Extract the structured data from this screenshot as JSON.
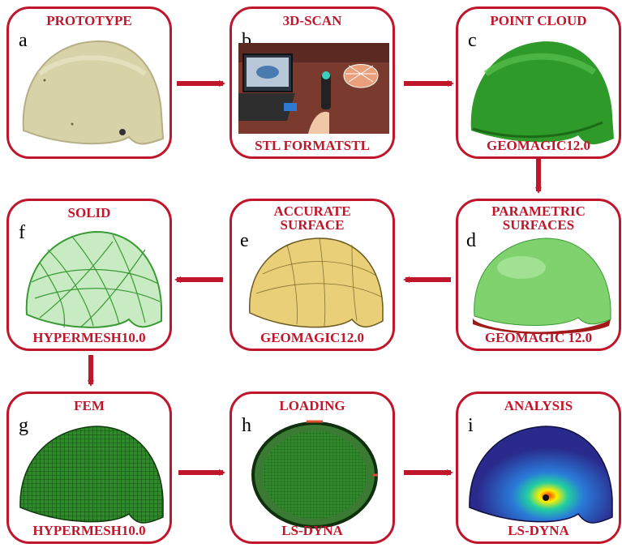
{
  "panels": {
    "a": {
      "letter": "a",
      "title": "PROTOTYPE",
      "caption": ""
    },
    "b": {
      "letter": "b",
      "title": "3D-SCAN",
      "caption": "STL FORMATSTL"
    },
    "c": {
      "letter": "c",
      "title": "POINT CLOUD",
      "caption": "GEOMAGIC12.0"
    },
    "d": {
      "letter": "d",
      "title_line1": "PARAMETRIC",
      "title_line2": "SURFACES",
      "caption": "GEOMAGIC 12.0"
    },
    "e": {
      "letter": "e",
      "title_line1": "ACCURATE",
      "title_line2": "SURFACE",
      "caption": "GEOMAGIC12.0"
    },
    "f": {
      "letter": "f",
      "title": "SOLID",
      "caption": "HYPERMESH10.0"
    },
    "g": {
      "letter": "g",
      "title": "FEM",
      "caption": "HYPERMESH10.0"
    },
    "h": {
      "letter": "h",
      "title": "LOADING",
      "caption": "LS-DYNA"
    },
    "i": {
      "letter": "i",
      "title": "ANALYSIS",
      "caption": "LS-DYNA"
    }
  },
  "colors": {
    "accent": "#c0162b",
    "khaki": "#d8d2a8",
    "green": "#2e9a2a",
    "mesh_green": "#1e6e1a",
    "yellow": "#e8cf78"
  }
}
